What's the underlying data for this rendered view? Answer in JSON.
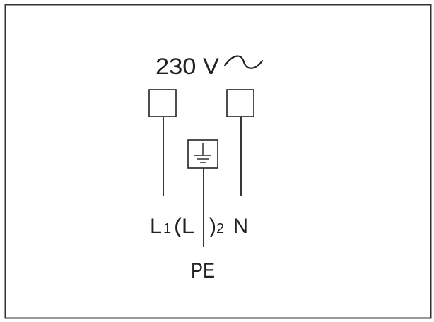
{
  "title": {
    "voltage": "230 V"
  },
  "terminals": {
    "l1": {
      "main": "L",
      "sub": "1"
    },
    "l2": {
      "open": "(L",
      "close": ")",
      "sub": "2"
    },
    "n": {
      "label": "N"
    },
    "pe": {
      "label": "PE"
    }
  },
  "icons": {
    "ac": "ac-sine-wave-icon",
    "earth": "earth-ground-icon"
  },
  "colors": {
    "line": "#222222",
    "border": "#333333",
    "background": "#ffffff"
  }
}
